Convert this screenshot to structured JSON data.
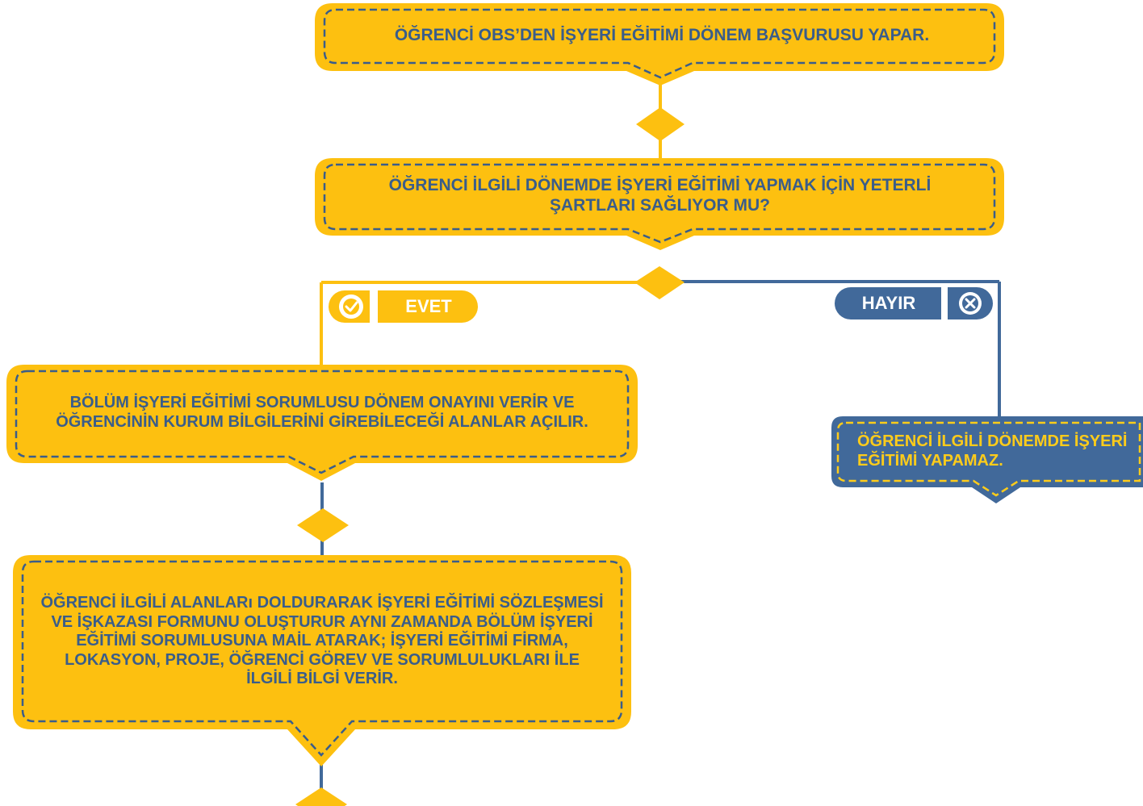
{
  "nodes": {
    "step1": "ÖĞRENCİ OBS’DEN İŞYERİ EĞİTİMİ DÖNEM BAŞVURUSU YAPAR.",
    "decision": "ÖĞRENCİ İLGİLİ DÖNEMDE İŞYERİ EĞİTİMİ YAPMAK İÇİN YETERLİ ŞARTLARI SAĞLIYOR MU?",
    "yes_step": "BÖLÜM İŞYERİ EĞİTİMİ SORUMLUSU DÖNEM ONAYINI VERİR VE ÖĞRENCİNİN KURUM BİLGİLERİNİ GİREBİLECEĞİ ALANLAR AÇILIR.",
    "no_step": "ÖĞRENCİ İLGİLİ DÖNEMDE İŞYERİ EĞİTİMİ YAPAMAZ.",
    "final_step": "ÖĞRENCİ İLGİLİ ALANLARı DOLDURARAK İŞYERİ EĞİTİMİ SÖZLEŞMESİ VE İŞKAZASI FORMUNU OLUŞTURUR AYNI ZAMANDA BÖLÜM İŞYERİ EĞİTİMİ SORUMLUSUNA MAİL ATARAK;  İŞYERİ EĞİTİMİ FİRMA, LOKASYON, PROJE, ÖĞRENCİ GÖREV VE SORUMLULUKLARI İLE İLGİLİ BİLGİ VERİR."
  },
  "labels": {
    "yes": "EVET",
    "no": "HAYIR"
  },
  "colors": {
    "yellow": "#fdc010",
    "blue": "#41699a",
    "dash_dark": "#3a5d8a",
    "dash_light": "#ffcc1a"
  }
}
